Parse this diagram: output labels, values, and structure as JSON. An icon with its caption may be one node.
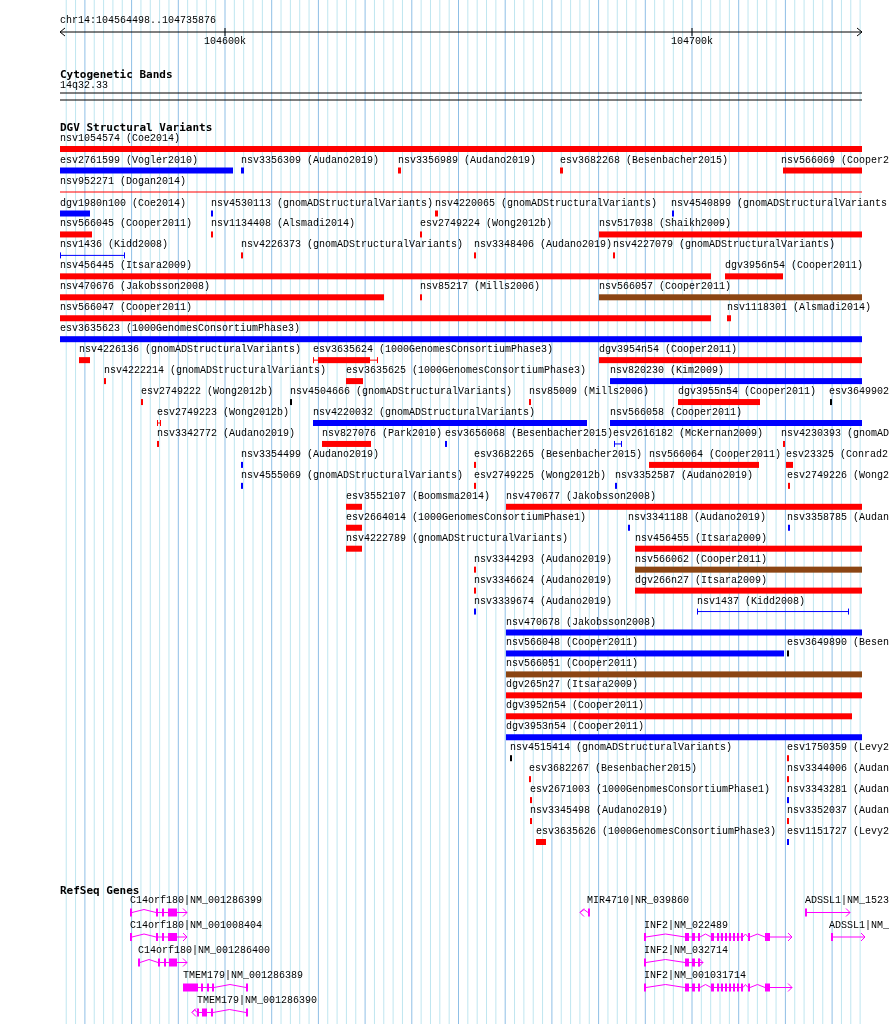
{
  "diagram": {
    "labels": [
      "chr14:104564498..104735876",
      "104600k",
      "104700k",
      "Cytogenetic Bands",
      "14q32.33",
      "DGV Structural Variants",
      "nsv1054574 (Coe2014)",
      "esv2761599 (Vogler2010)",
      "nsv3356309 (Audano2019)",
      "nsv3356989 (Audano2019)",
      "esv3682268 (Besenbacher2015)",
      "nsv566069 (Cooper2",
      "nsv952271 (Dogan2014)",
      "dgv1980n100 (Coe2014)",
      "nsv4530113 (gnomADStructuralVariants)",
      "nsv4220065 (gnomADStructuralVariants)",
      "nsv4540899 (gnomADStructuralVariants",
      "nsv566045 (Cooper2011)",
      "nsv1134408 (Alsmadi2014)",
      "esv2749224 (Wong2012b)",
      "nsv517038 (Shaikh2009)",
      "nsv1436 (Kidd2008)",
      "nsv4226373 (gnomADStructuralVariants)",
      "nsv3348406 (Audano2019)",
      "nsv4227079 (gnomADStructuralVariants)",
      "nsv456445 (Itsara2009)",
      "dgv3956n54 (Cooper2011)",
      "nsv470676 (Jakobsson2008)",
      "nsv85217 (Mills2006)",
      "nsv566057 (Cooper2011)",
      "nsv566047 (Cooper2011)",
      "nsv1118301 (Alsmadi2014)",
      "esv3635623 (1000GenomesConsortiumPhase3)",
      "nsv4226136 (gnomADStructuralVariants)",
      "esv3635624 (1000GenomesConsortiumPhase3)",
      "dgv3954n54 (Cooper2011)",
      "nsv4222214 (gnomADStructuralVariants)",
      "esv3635625 (1000GenomesConsortiumPhase3)",
      "nsv820230 (Kim2009)",
      "esv2749222 (Wong2012b)",
      "nsv4504666 (gnomADStructuralVariants)",
      "nsv85009 (Mills2006)",
      "dgv3955n54 (Cooper2011)",
      "esv3649902",
      "esv2749223 (Wong2012b)",
      "nsv4220032 (gnomADStructuralVariants)",
      "nsv566058 (Cooper2011)",
      "nsv3342772 (Audano2019)",
      "nsv827076 (Park2010)",
      "esv3656068 (Besenbacher2015)",
      "esv2616182 (McKernan2009)",
      "nsv4230393 (gnomAD",
      "nsv3354499 (Audano2019)",
      "esv3682265 (Besenbacher2015)",
      "nsv566064 (Cooper2011)",
      "esv23325 (Conrad2",
      "nsv4555069 (gnomADStructuralVariants)",
      "esv2749225 (Wong2012b)",
      "nsv3352587 (Audano2019)",
      "esv2749226 (Wong2",
      "esv3552107 (Boomsma2014)",
      "nsv470677 (Jakobsson2008)",
      "esv2664014 (1000GenomesConsortiumPhase1)",
      "nsv3341188 (Audano2019)",
      "nsv3358785 (Audan",
      "nsv4222789 (gnomADStructuralVariants)",
      "nsv456455 (Itsara2009)",
      "nsv3344293 (Audano2019)",
      "nsv566062 (Cooper2011)",
      "nsv3346624 (Audano2019)",
      "dgv266n27 (Itsara2009)",
      "nsv3339674 (Audano2019)",
      "nsv1437 (Kidd2008)",
      "nsv470678 (Jakobsson2008)",
      "nsv566048 (Cooper2011)",
      "esv3649890 (Besen",
      "nsv566051 (Cooper2011)",
      "dgv265n27 (Itsara2009)",
      "dgv3952n54 (Cooper2011)",
      "dgv3953n54 (Cooper2011)",
      "nsv4515414 (gnomADStructuralVariants)",
      "esv1750359 (Levy2",
      "esv3682267 (Besenbacher2015)",
      "nsv3344006 (Audan",
      "esv2671003 (1000GenomesConsortiumPhase1)",
      "nsv3343281 (Audan",
      "nsv3345498 (Audano2019)",
      "nsv3352037 (Audan",
      "esv3635626 (1000GenomesConsortiumPhase3)",
      "esv1151727 (Levy2",
      "RefSeq Genes",
      "C14orf180|NM_001286399",
      "MIR4710|NR_039860",
      "ADSSL1|NM_1523",
      "C14orf180|NM_001008404",
      "INF2|NM_022489",
      "ADSSL1|NM_",
      "C14orf180|NM_001286400",
      "INF2|NM_032714",
      "TMEM179|NM_001286389",
      "INF2|NM_001031714",
      "TMEM179|NM_001286390"
    ]
  }
}
